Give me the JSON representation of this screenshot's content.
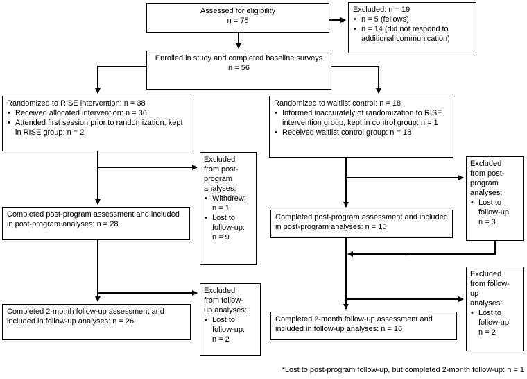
{
  "assessed": {
    "title": "Assessed for eligibility",
    "n": "n = 75"
  },
  "excluded_initial": {
    "title": "Excluded: n = 19",
    "items": [
      "n = 5 (fellows)",
      "n = 14 (did not respond to additional communication)"
    ]
  },
  "enrolled": {
    "title": "Enrolled in study and completed baseline surveys",
    "n": "n = 56"
  },
  "rise": {
    "title": "Randomized to RISE intervention: n = 38",
    "items": [
      "Received allocated intervention: n = 36",
      "Attended first session prior to randomization, kept in RISE group: n = 2"
    ]
  },
  "waitlist": {
    "title": "Randomized to waitlist control: n = 18",
    "items": [
      "Informed inaccurately of randomization to RISE intervention group, kept in control group: n = 1",
      "Received waitlist control group: n = 18"
    ]
  },
  "rise_post_excluded": {
    "title_lines": [
      "Excluded",
      "from post-",
      "program",
      "analyses:"
    ],
    "items": [
      {
        "lines": [
          "Withdrew:",
          "n = 1"
        ]
      },
      {
        "lines": [
          "Lost to",
          "follow-up:",
          "n = 9"
        ]
      }
    ]
  },
  "waitlist_post_excluded": {
    "title_lines": [
      "Excluded",
      "from post-",
      "program",
      "analyses:"
    ],
    "items": [
      {
        "lines": [
          "Lost to",
          "follow-up:",
          "n = 3"
        ]
      }
    ]
  },
  "rise_post": {
    "text": "Completed post-program assessment and included in post-program analyses: n = 28"
  },
  "waitlist_post": {
    "text": "Completed post-program assessment and included in post-program analyses: n = 15"
  },
  "rise_fu_excluded": {
    "title_lines": [
      "Excluded",
      "from follow-",
      "up analyses:"
    ],
    "items": [
      {
        "lines": [
          "Lost to",
          "follow-up:",
          "n = 2"
        ]
      }
    ]
  },
  "waitlist_fu_excluded": {
    "title_lines": [
      "Excluded",
      "from follow-",
      "up",
      "analyses:"
    ],
    "items": [
      {
        "lines": [
          "Lost to",
          "follow-up:",
          "n = 2"
        ]
      }
    ]
  },
  "rise_fu": {
    "text": "Completed 2-month follow-up assessment and included in follow-up analyses: n = 26"
  },
  "waitlist_fu": {
    "text": "Completed 2-month follow-up assessment and included in follow-up analyses: n = 16"
  },
  "asterisk": "*",
  "footnote": "*Lost to post-program follow-up, but completed 2-month follow-up: n = 1"
}
